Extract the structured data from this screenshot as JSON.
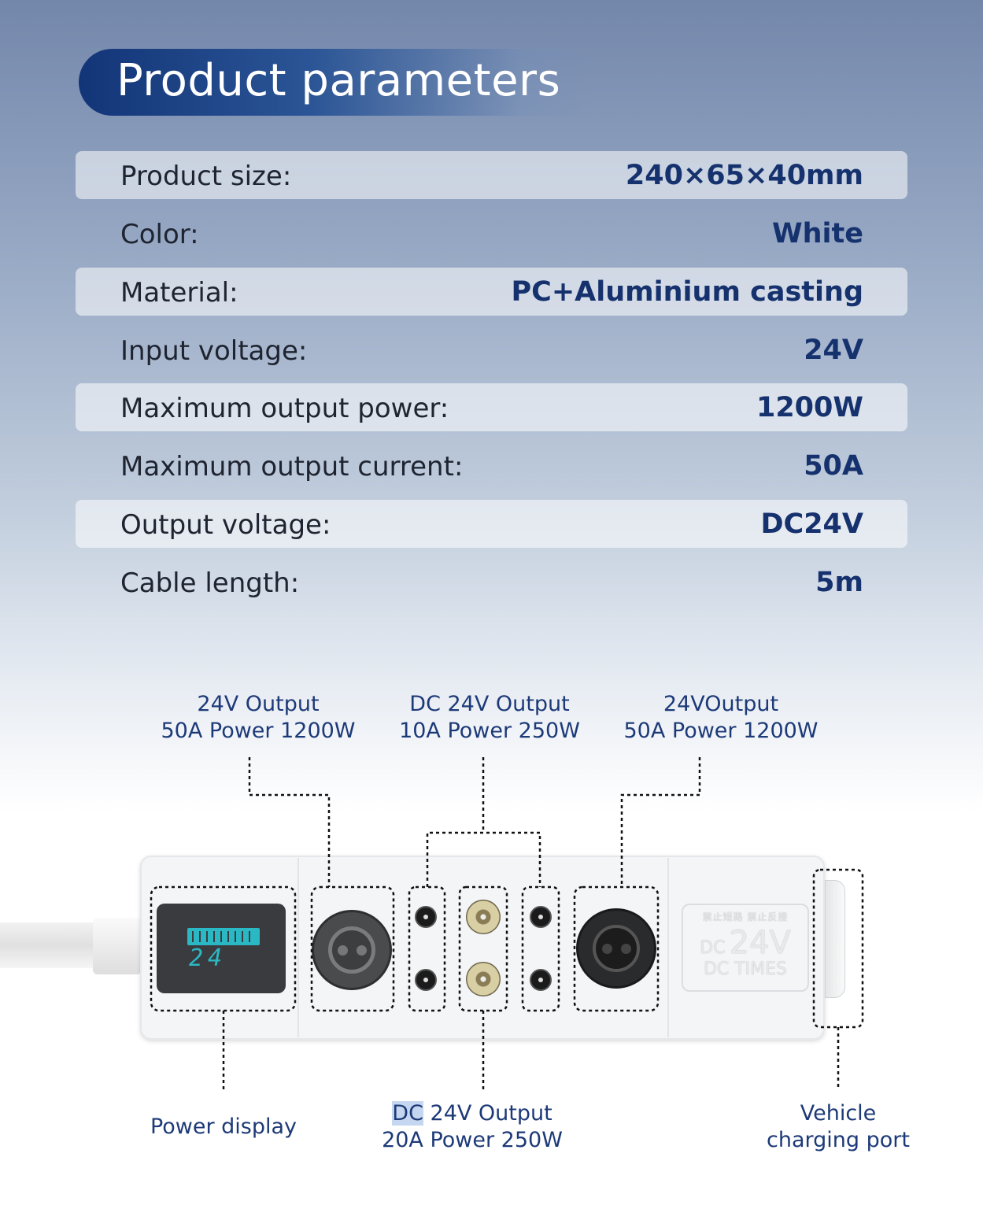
{
  "title": "Product parameters",
  "specs": [
    {
      "label": "Product size:",
      "value": "240×65×40mm"
    },
    {
      "label": "Color:",
      "value": "White"
    },
    {
      "label": "Material:",
      "value": "PC+Aluminium casting"
    },
    {
      "label": "Input voltage:",
      "value": "24V"
    },
    {
      "label": "Maximum output power:",
      "value": "1200W"
    },
    {
      "label": "Maximum output current:",
      "value": "50A"
    },
    {
      "label": "Output voltage:",
      "value": "DC24V"
    },
    {
      "label": "Cable length:",
      "value": "5m"
    }
  ],
  "callouts": {
    "top_left": {
      "line1": "24V Output",
      "line2": "50A Power 1200W"
    },
    "top_mid": {
      "line1": "DC 24V Output",
      "line2": "10A Power 250W"
    },
    "top_right": {
      "line1": "24VOutput",
      "line2": "50A Power 1200W"
    },
    "bottom_left": {
      "line1": "Power display"
    },
    "bottom_mid": {
      "line1a": "DC",
      "line1b": " 24V Output",
      "line2": "20A Power 250W"
    },
    "bottom_right": {
      "line1": "Vehicle",
      "line2": "charging port"
    }
  },
  "device": {
    "lcd_reading": "24",
    "plate_warning": "禁止短路  禁止反接",
    "plate_dc": "DC",
    "plate_voltage": "24V",
    "plate_brand": "DC TIMES"
  }
}
